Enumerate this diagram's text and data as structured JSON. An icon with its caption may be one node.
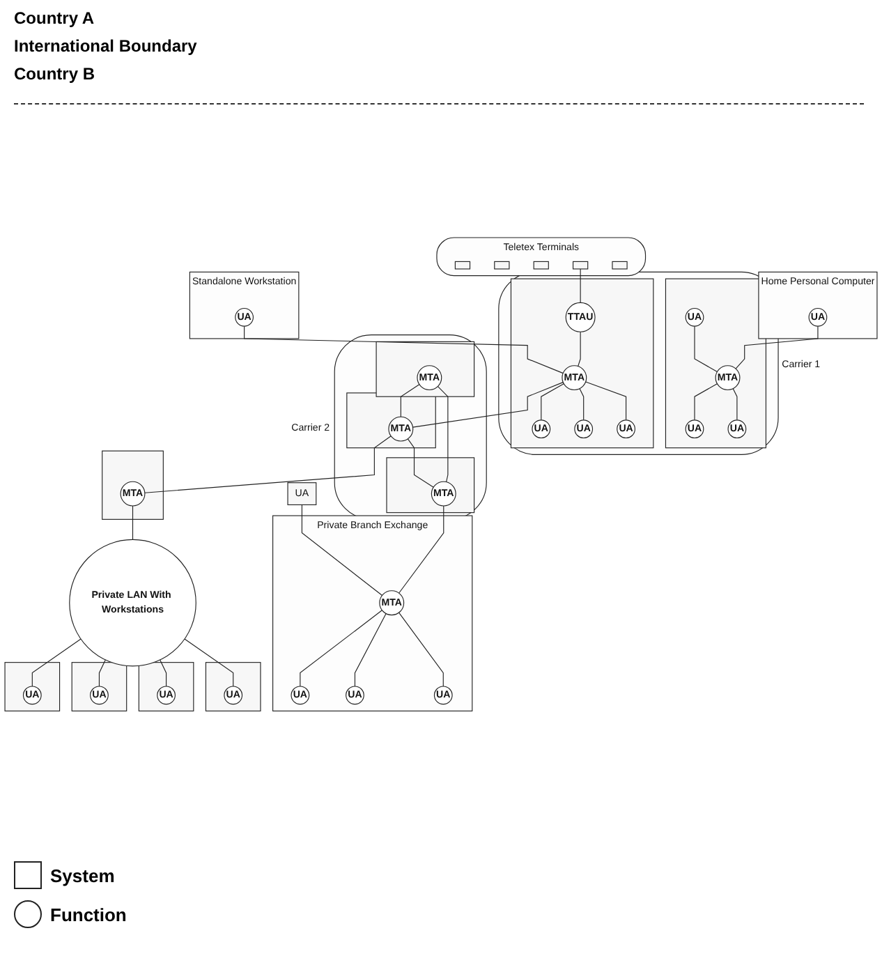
{
  "diagram": {
    "nodes": [
      {
        "text": [
          "Home Personal Computer"
        ]
      },
      {
        "text": [
          "UA"
        ],
        "in": 0
      },
      {
        "text": [
          "Teletex Terminals"
        ]
      },
      {
        "text": [],
        "shape": "box",
        "in": 2
      },
      {
        "text": [],
        "shape": "box",
        "in": 2
      },
      {
        "text": [],
        "shape": "box",
        "in": 2
      },
      {
        "text": [],
        "shape": "box",
        "in": 2
      },
      {
        "text": [],
        "shape": "box",
        "in": 2
      },
      {
        "text": [
          "Standalone Workstation"
        ]
      },
      {
        "text": [
          "UA"
        ],
        "in": 8
      },
      {
        "text": [
          "Carrier 1"
        ]
      },
      {
        "text": [],
        "shape": "box",
        "in": 10
      },
      {
        "text": [
          "UA"
        ],
        "in": 11
      },
      {
        "text": [
          "UA"
        ],
        "in": 11
      },
      {
        "text": [
          "MTA"
        ],
        "in": 11
      },
      {
        "text": [
          "UA"
        ],
        "in": 11
      },
      {
        "text": [],
        "shape": "box",
        "in": 10
      },
      {
        "text": [
          "TTAU"
        ],
        "in": 16
      },
      {
        "text": [
          "UA"
        ],
        "in": 16
      },
      {
        "text": [
          "UA"
        ],
        "in": 16
      },
      {
        "text": [
          "MTA"
        ],
        "in": 16
      },
      {
        "text": [
          "UA"
        ],
        "in": 16
      },
      {
        "text": [
          "Carrier 2"
        ]
      },
      {
        "text": [],
        "shape": "box",
        "in": 22
      },
      {
        "text": [
          "MTA"
        ],
        "in": 23
      },
      {
        "text": [],
        "shape": "box",
        "in": 22
      },
      {
        "text": [
          "MTA"
        ],
        "in": 25
      },
      {
        "text": [],
        "shape": "box",
        "in": 22
      },
      {
        "text": [
          "MTA"
        ],
        "in": 27
      },
      {
        "text": [
          "Private Branch Exchange"
        ]
      },
      {
        "text": [
          "MTA"
        ],
        "in": 29
      },
      {
        "text": [
          "UA"
        ],
        "in": 29
      },
      {
        "text": [
          "UA"
        ],
        "in": 29
      },
      {
        "text": [
          "UA"
        ],
        "in": 29
      },
      {
        "text": [
          "UA"
        ]
      },
      {
        "text": [],
        "shape": "box"
      },
      {
        "text": [
          "MTA"
        ],
        "in": 35
      },
      {
        "text": [
          "Private LAN With Workstations"
        ]
      },
      {
        "text": [],
        "shape": "box"
      },
      {
        "text": [
          "UA"
        ],
        "in": 38
      },
      {
        "text": [],
        "shape": "box"
      },
      {
        "text": [
          "UA"
        ],
        "in": 40
      },
      {
        "text": [],
        "shape": "box"
      },
      {
        "text": [
          "UA"
        ],
        "in": 42
      },
      {
        "text": [],
        "shape": "box"
      },
      {
        "text": [
          "UA"
        ],
        "in": 44
      }
    ],
    "edges": [
      {
        "from": 1,
        "to": 14,
        "arrow": "none"
      },
      {
        "from": 12,
        "to": 14,
        "arrow": "none"
      },
      {
        "from": 14,
        "to": 13,
        "arrow": "none"
      },
      {
        "from": 14,
        "to": 15,
        "arrow": "none"
      },
      {
        "from": 6,
        "to": 17,
        "arrow": "none"
      },
      {
        "from": 17,
        "to": 20,
        "arrow": "none"
      },
      {
        "from": 9,
        "to": 20,
        "arrow": "none"
      },
      {
        "from": 20,
        "to": 18,
        "arrow": "none"
      },
      {
        "from": 20,
        "to": 19,
        "arrow": "none"
      },
      {
        "from": 20,
        "to": 21,
        "arrow": "none"
      },
      {
        "from": 20,
        "to": 26,
        "arrow": "none"
      },
      {
        "from": 24,
        "to": 26,
        "arrow": "none"
      },
      {
        "from": 24,
        "to": 28,
        "arrow": "none"
      },
      {
        "from": 26,
        "to": 28,
        "arrow": "none"
      },
      {
        "from": 28,
        "to": 30,
        "arrow": "none"
      },
      {
        "from": 34,
        "to": 30,
        "arrow": "none"
      },
      {
        "from": 30,
        "to": 31,
        "arrow": "none"
      },
      {
        "from": 30,
        "to": 32,
        "arrow": "none"
      },
      {
        "from": 30,
        "to": 33,
        "arrow": "none"
      },
      {
        "from": 26,
        "to": 36,
        "arrow": "none"
      },
      {
        "from": 36,
        "to": 37,
        "arrow": "none"
      },
      {
        "from": 37,
        "to": 39,
        "arrow": "none"
      },
      {
        "from": 37,
        "to": 41,
        "arrow": "none"
      },
      {
        "from": 37,
        "to": 43,
        "arrow": "none"
      },
      {
        "from": 37,
        "to": 45,
        "arrow": "none"
      }
    ],
    "labels": [
      "Country A",
      "International Boundary",
      "Country B"
    ],
    "legend": [
      {
        "text": "System"
      },
      {
        "text": "Function"
      }
    ]
  }
}
